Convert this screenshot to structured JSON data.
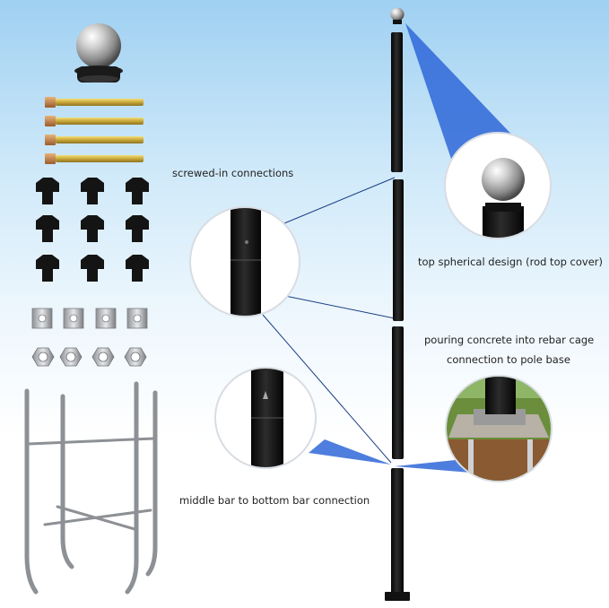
{
  "labels": {
    "screwed": "screwed-in connections",
    "top": "top spherical design (rod top cover)",
    "pour_line1": "pouring concrete into rebar cage",
    "pour_line2": "connection to pole base",
    "middle": "middle bar to bottom bar connection"
  },
  "colors": {
    "pole": "#151515",
    "callout_beam": "#2f67d8",
    "sky_top": "#9fd0f2"
  },
  "parts": {
    "expansion_bolts": 4,
    "hex_bolts": 9,
    "square_washers": 4,
    "hex_nuts": 4
  }
}
